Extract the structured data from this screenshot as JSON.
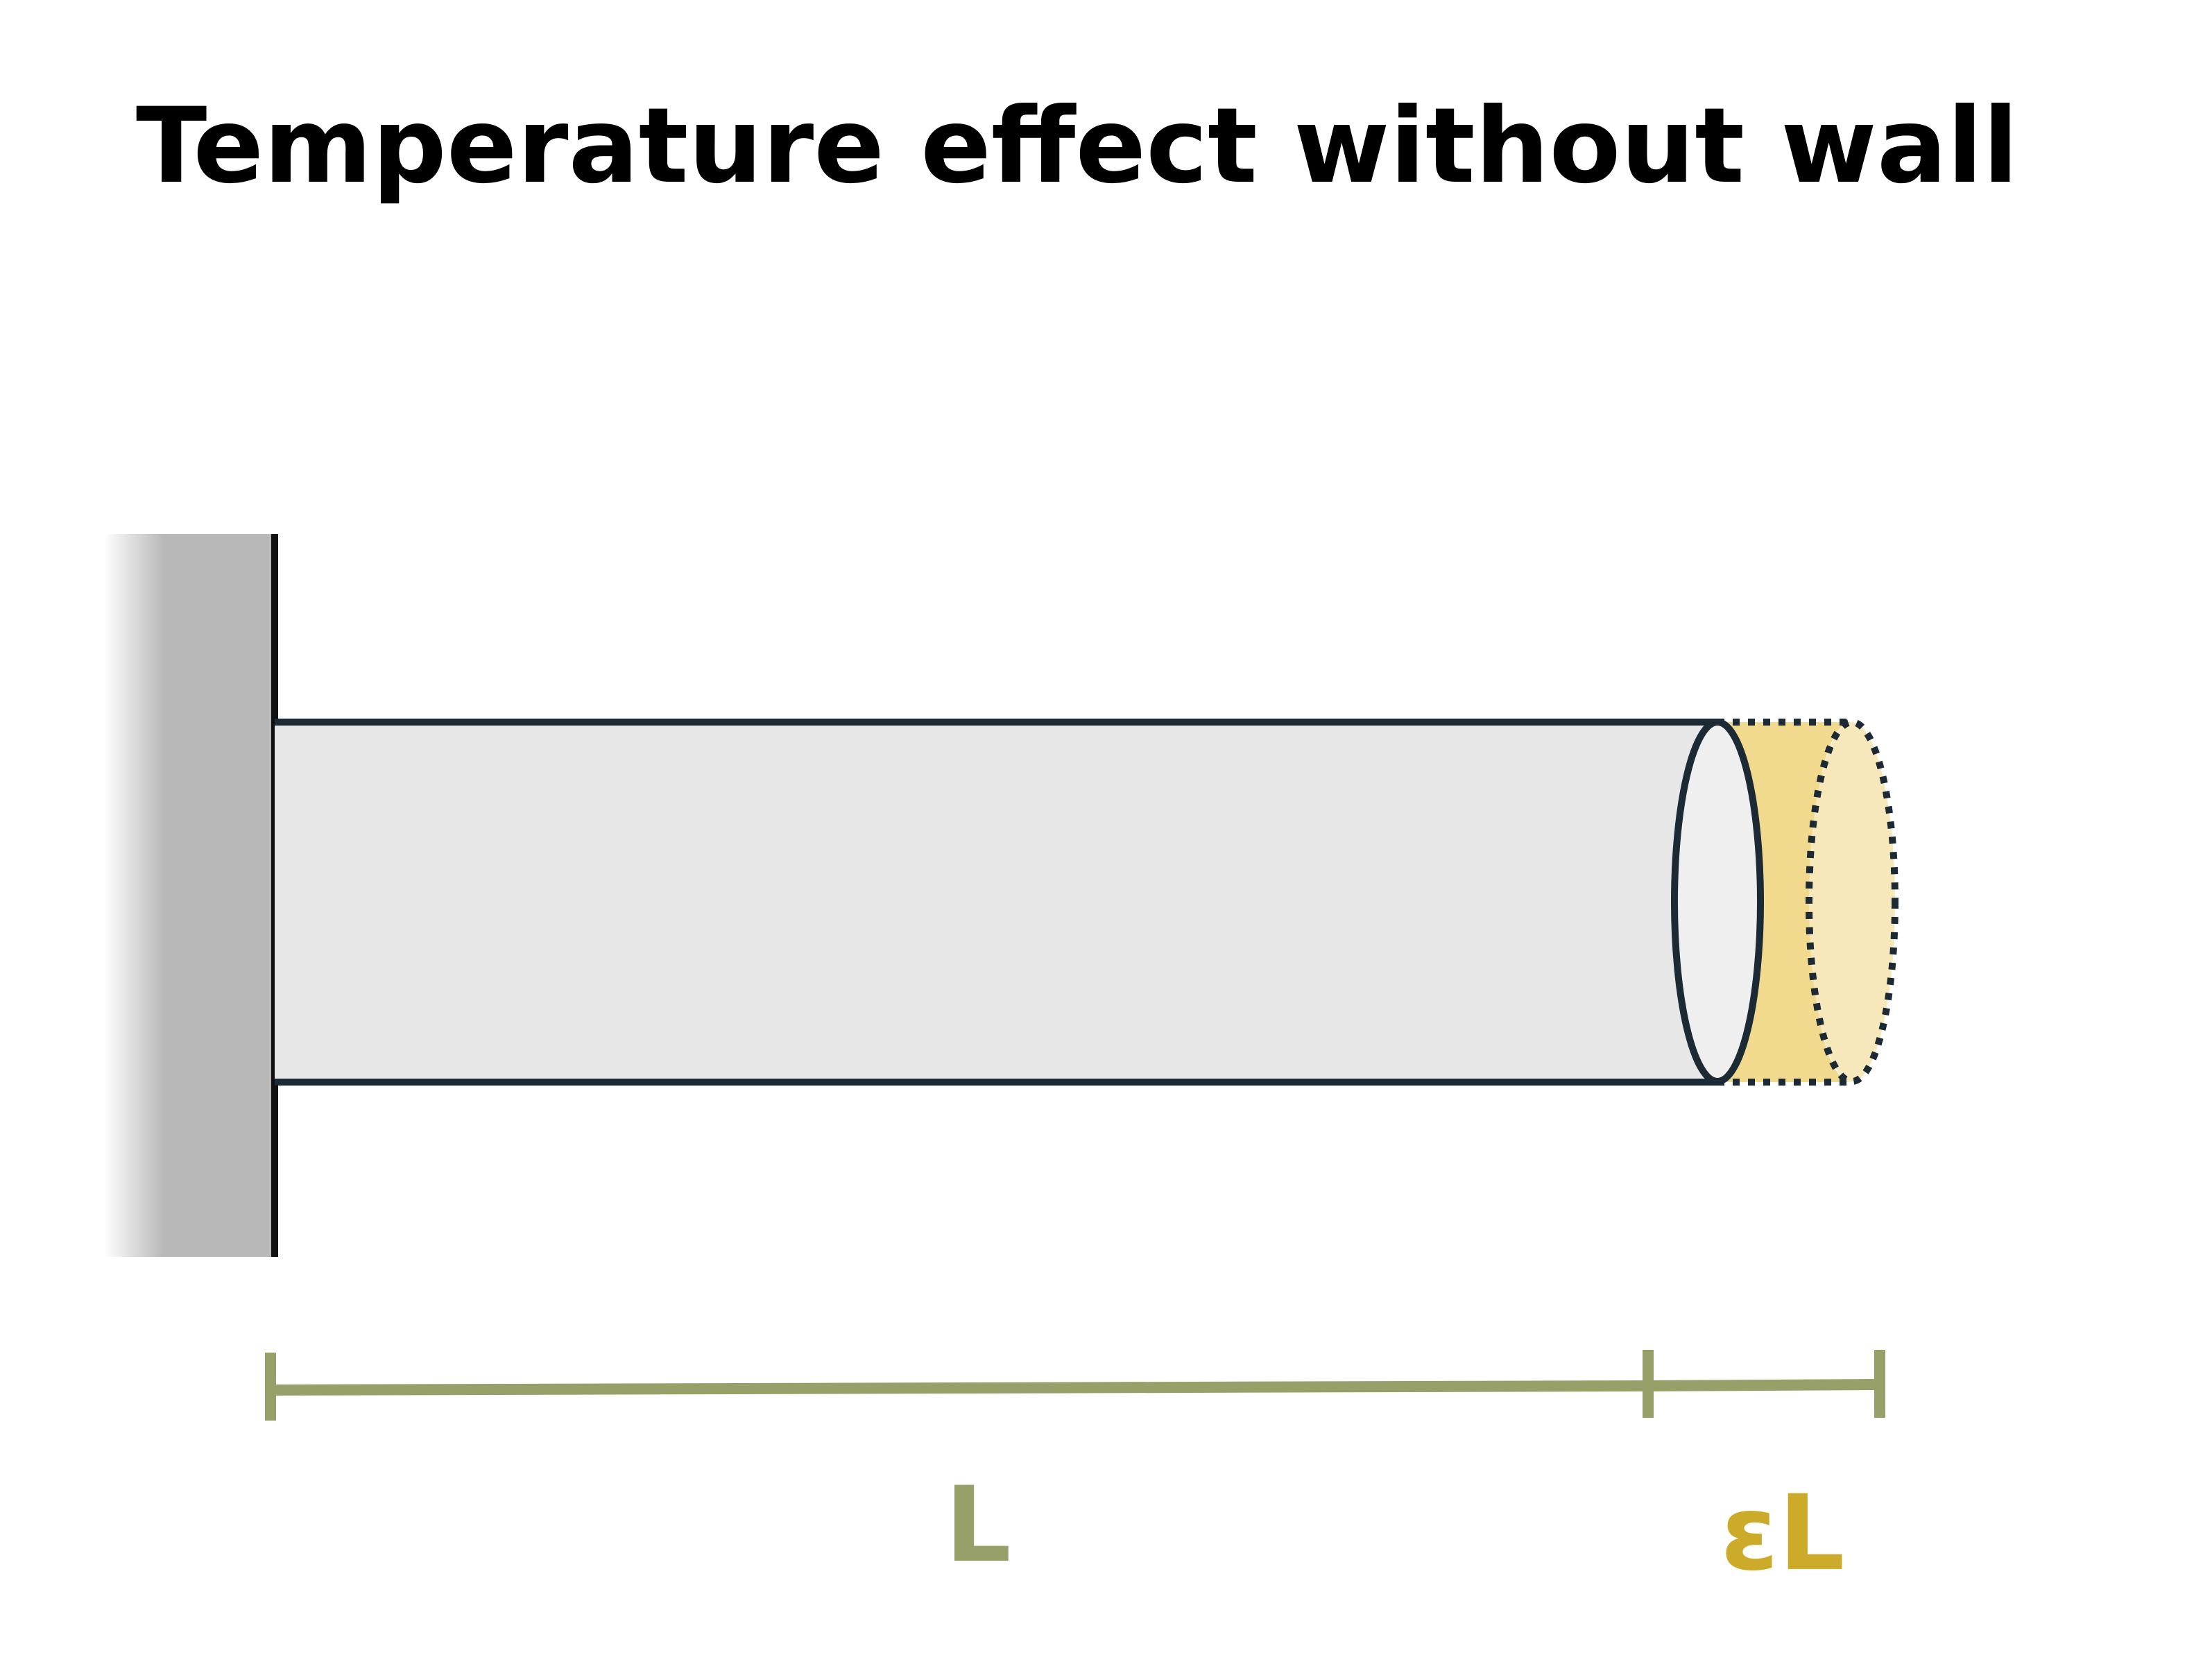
{
  "title": "Temperature effect without wall",
  "labels": {
    "length": "L",
    "elongation": "εL"
  },
  "colors": {
    "background": "#ffffff",
    "title": "#000000",
    "wall_fill": "#b8b8b8",
    "wall_stroke": "#111111",
    "bar_fill": "#e7e7e7",
    "bar_end_fill": "#efefef",
    "bar_stroke": "#1c2a35",
    "bar_highlight": "#f7f7f7",
    "expansion_fill_dark": "#f1d98d",
    "expansion_fill_light": "#f7e8bc",
    "dimension_line": "#98a06a",
    "length_label": "#98a06a",
    "elongation_label": "#ccab2a"
  }
}
